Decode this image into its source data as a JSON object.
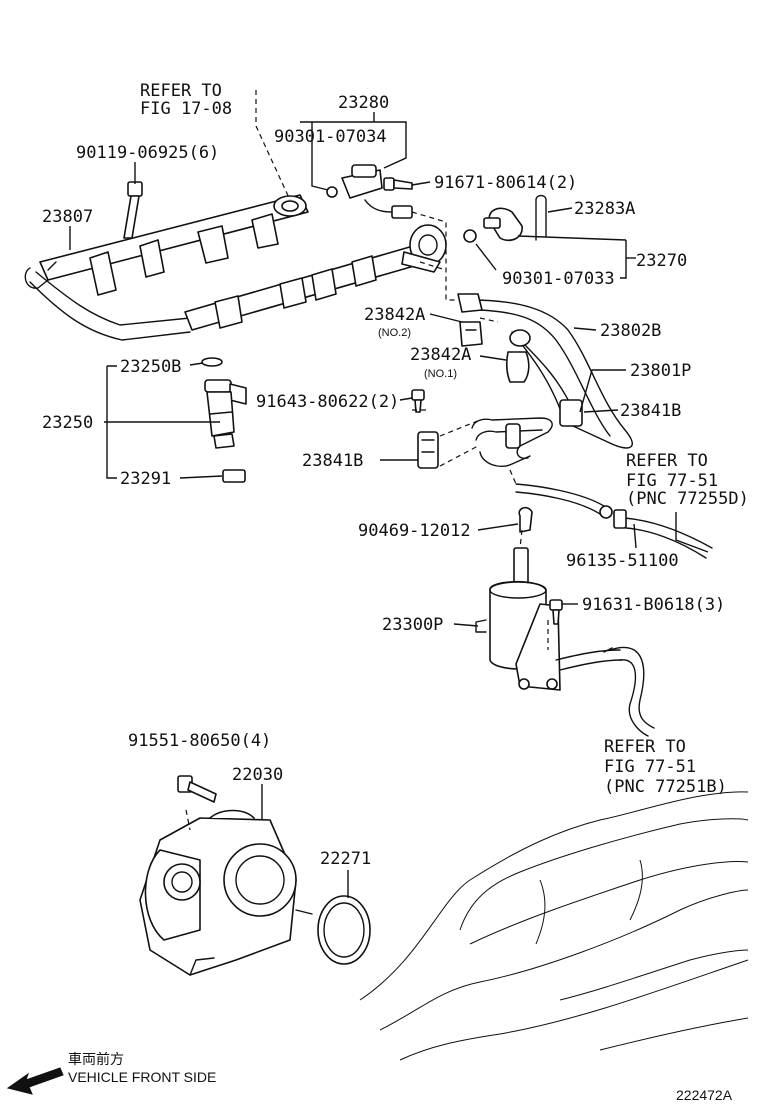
{
  "diagram": {
    "refs": {
      "r1": "REFER TO",
      "r1b": "FIG 17-08",
      "r2": "REFER TO",
      "r2b": "FIG 77-51",
      "r2c": "(PNC 77255D)",
      "r3": "REFER TO",
      "r3b": "FIG 77-51",
      "r3c": "(PNC 77251B)"
    },
    "parts": {
      "p23280": "23280",
      "p90301_07034": "90301-07034",
      "p90119": "90119-06925(6)",
      "p91671": "91671-80614(2)",
      "p23283A": "23283A",
      "p23807": "23807",
      "p23270": "23270",
      "p90301_07033": "90301-07033",
      "p23842A_1": "23842A",
      "p23842A_1_sub": "(NO.2)",
      "p23802B": "23802B",
      "p23842A_2": "23842A",
      "p23842A_2_sub": "(NO.1)",
      "p23250B": "23250B",
      "p23801P": "23801P",
      "p91643": "91643-80622(2)",
      "p23250": "23250",
      "p23841B_r": "23841B",
      "p23841B_l": "23841B",
      "p23291": "23291",
      "p90469": "90469-12012",
      "p96135": "96135-51100",
      "p23300P": "23300P",
      "p91631": "91631-B0618(3)",
      "p91551": "91551-80650(4)",
      "p22030": "22030",
      "p22271": "22271"
    },
    "direction": {
      "jp": "車両前方",
      "en": "VEHICLE FRONT SIDE"
    },
    "figure_id": "222472A"
  }
}
